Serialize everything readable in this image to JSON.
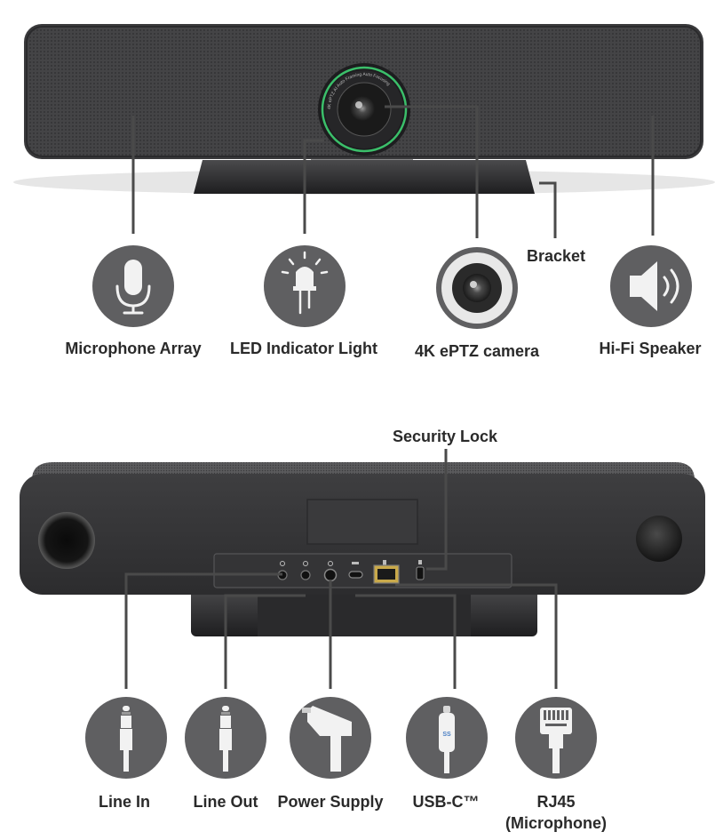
{
  "front": {
    "callouts": [
      {
        "id": "mic",
        "label": "Microphone Array",
        "icon": "microphone-icon"
      },
      {
        "id": "led",
        "label": "LED Indicator Light",
        "icon": "led-icon"
      },
      {
        "id": "cam",
        "label": "4K ePTZ camera",
        "icon": "camera-lens-icon"
      },
      {
        "id": "bracket",
        "label": "Bracket"
      },
      {
        "id": "speaker",
        "label": "Hi-Fi Speaker",
        "icon": "speaker-icon"
      }
    ],
    "lens_ring_text": "4K ePTZ  AI Auto Framing  Auto Focusing"
  },
  "back": {
    "security_lock": "Security Lock",
    "callouts": [
      {
        "id": "linein",
        "label": "Line In",
        "icon": "audio-jack-icon"
      },
      {
        "id": "lineout",
        "label": "Line Out",
        "icon": "audio-jack-icon"
      },
      {
        "id": "power",
        "label": "Power Supply",
        "icon": "power-plug-icon"
      },
      {
        "id": "usbc",
        "label": "USB-C™",
        "icon": "usb-c-icon"
      },
      {
        "id": "rj45",
        "label": "RJ45",
        "sublabel": "(Microphone)",
        "icon": "rj45-icon"
      }
    ]
  },
  "colors": {
    "body": "#3a3a3c",
    "icon_circle": "#5f5f61",
    "line": "#4a4a4a",
    "led_ring": "#3bbf6a"
  }
}
